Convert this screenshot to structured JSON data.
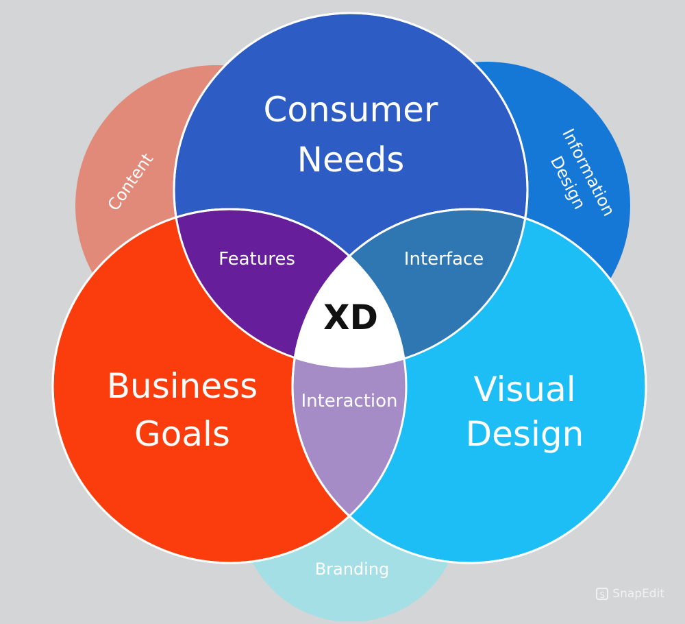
{
  "diagram": {
    "colors": {
      "background": "#d4d5d7",
      "consumer_needs": "#2c5cc4",
      "business_goals": "#fb3d0d",
      "visual_design": "#1dbdf5",
      "content": "#e28a79",
      "information_design": "#1577d6",
      "branding": "#a3dfe4",
      "features": "#661e9a",
      "interface": "#2f77b2",
      "interaction": "#a58cc6",
      "center": "#ffffff"
    },
    "labels": {
      "consumer_needs": [
        "Consumer",
        "Needs"
      ],
      "business_goals": [
        "Business",
        "Goals"
      ],
      "visual_design": [
        "Visual",
        "Design"
      ],
      "content": "Content",
      "information_design": [
        "Information",
        "Design"
      ],
      "branding": "Branding",
      "features": "Features",
      "interface": "Interface",
      "interaction": "Interaction",
      "center": "XD"
    }
  },
  "watermark": {
    "text": "SnapEdit",
    "icon": "snapedit-logo-icon"
  }
}
